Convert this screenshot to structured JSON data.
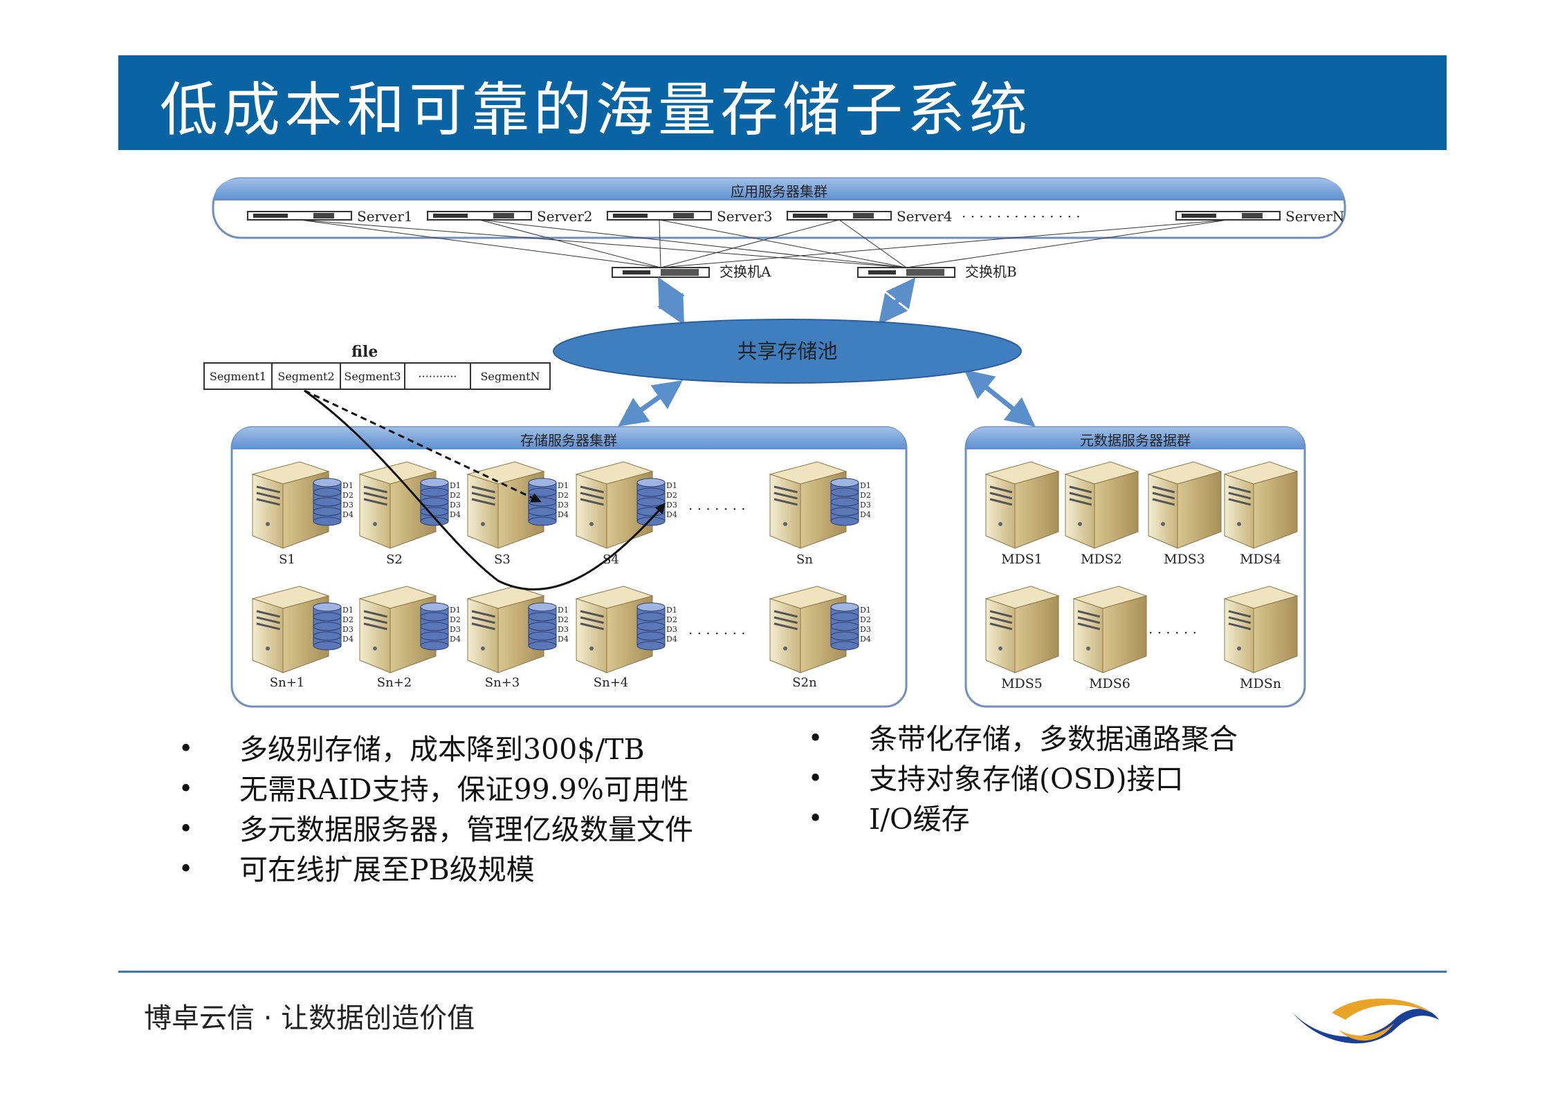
{
  "title": "低成本和可靠的海量存储子系统",
  "diagram": {
    "app_cluster_label": "应用服务器集群",
    "servers": [
      "Server1",
      "Server2",
      "Server3",
      "Server4",
      "ServerN"
    ],
    "switches": [
      "交换机A",
      "交换机B"
    ],
    "pool_label": "共享存储池",
    "file_label": "file",
    "segments": [
      "Segment1",
      "Segment2",
      "Segment3",
      "···········",
      "SegmentN"
    ],
    "storage_cluster_label": "存储服务器集群",
    "storage_row1": [
      "S1",
      "S2",
      "S3",
      "S4",
      "Sn"
    ],
    "storage_row2": [
      "Sn+1",
      "Sn+2",
      "Sn+3",
      "Sn+4",
      "S2n"
    ],
    "disk_labels": [
      "D1",
      "D2",
      "D3",
      "D4"
    ],
    "mds_cluster_label": "元数据服务器据群",
    "mds_row1": [
      "MDS1",
      "MDS2",
      "MDS3",
      "MDS4"
    ],
    "mds_row2": [
      "MDS5",
      "MDS6",
      "MDSn"
    ]
  },
  "bullets_left": [
    "多级别存储，成本降到300$/TB",
    "无需RAID支持，保证99.9%可用性",
    "多元数据服务器，管理亿级数量文件",
    "可在线扩展至PB级规模"
  ],
  "bullets_right": [
    "条带化存储，多数据通路聚合",
    "支持对象存储(OSD)接口",
    "I/O缓存"
  ],
  "footer": "博卓云信 · 让数据创造价值",
  "colors": {
    "title_bg": "#0a63a3",
    "pool": "#3f7fbf",
    "arrow": "#5b8fcc",
    "server_body": "#dcc993",
    "disk": "#5a78b8"
  }
}
